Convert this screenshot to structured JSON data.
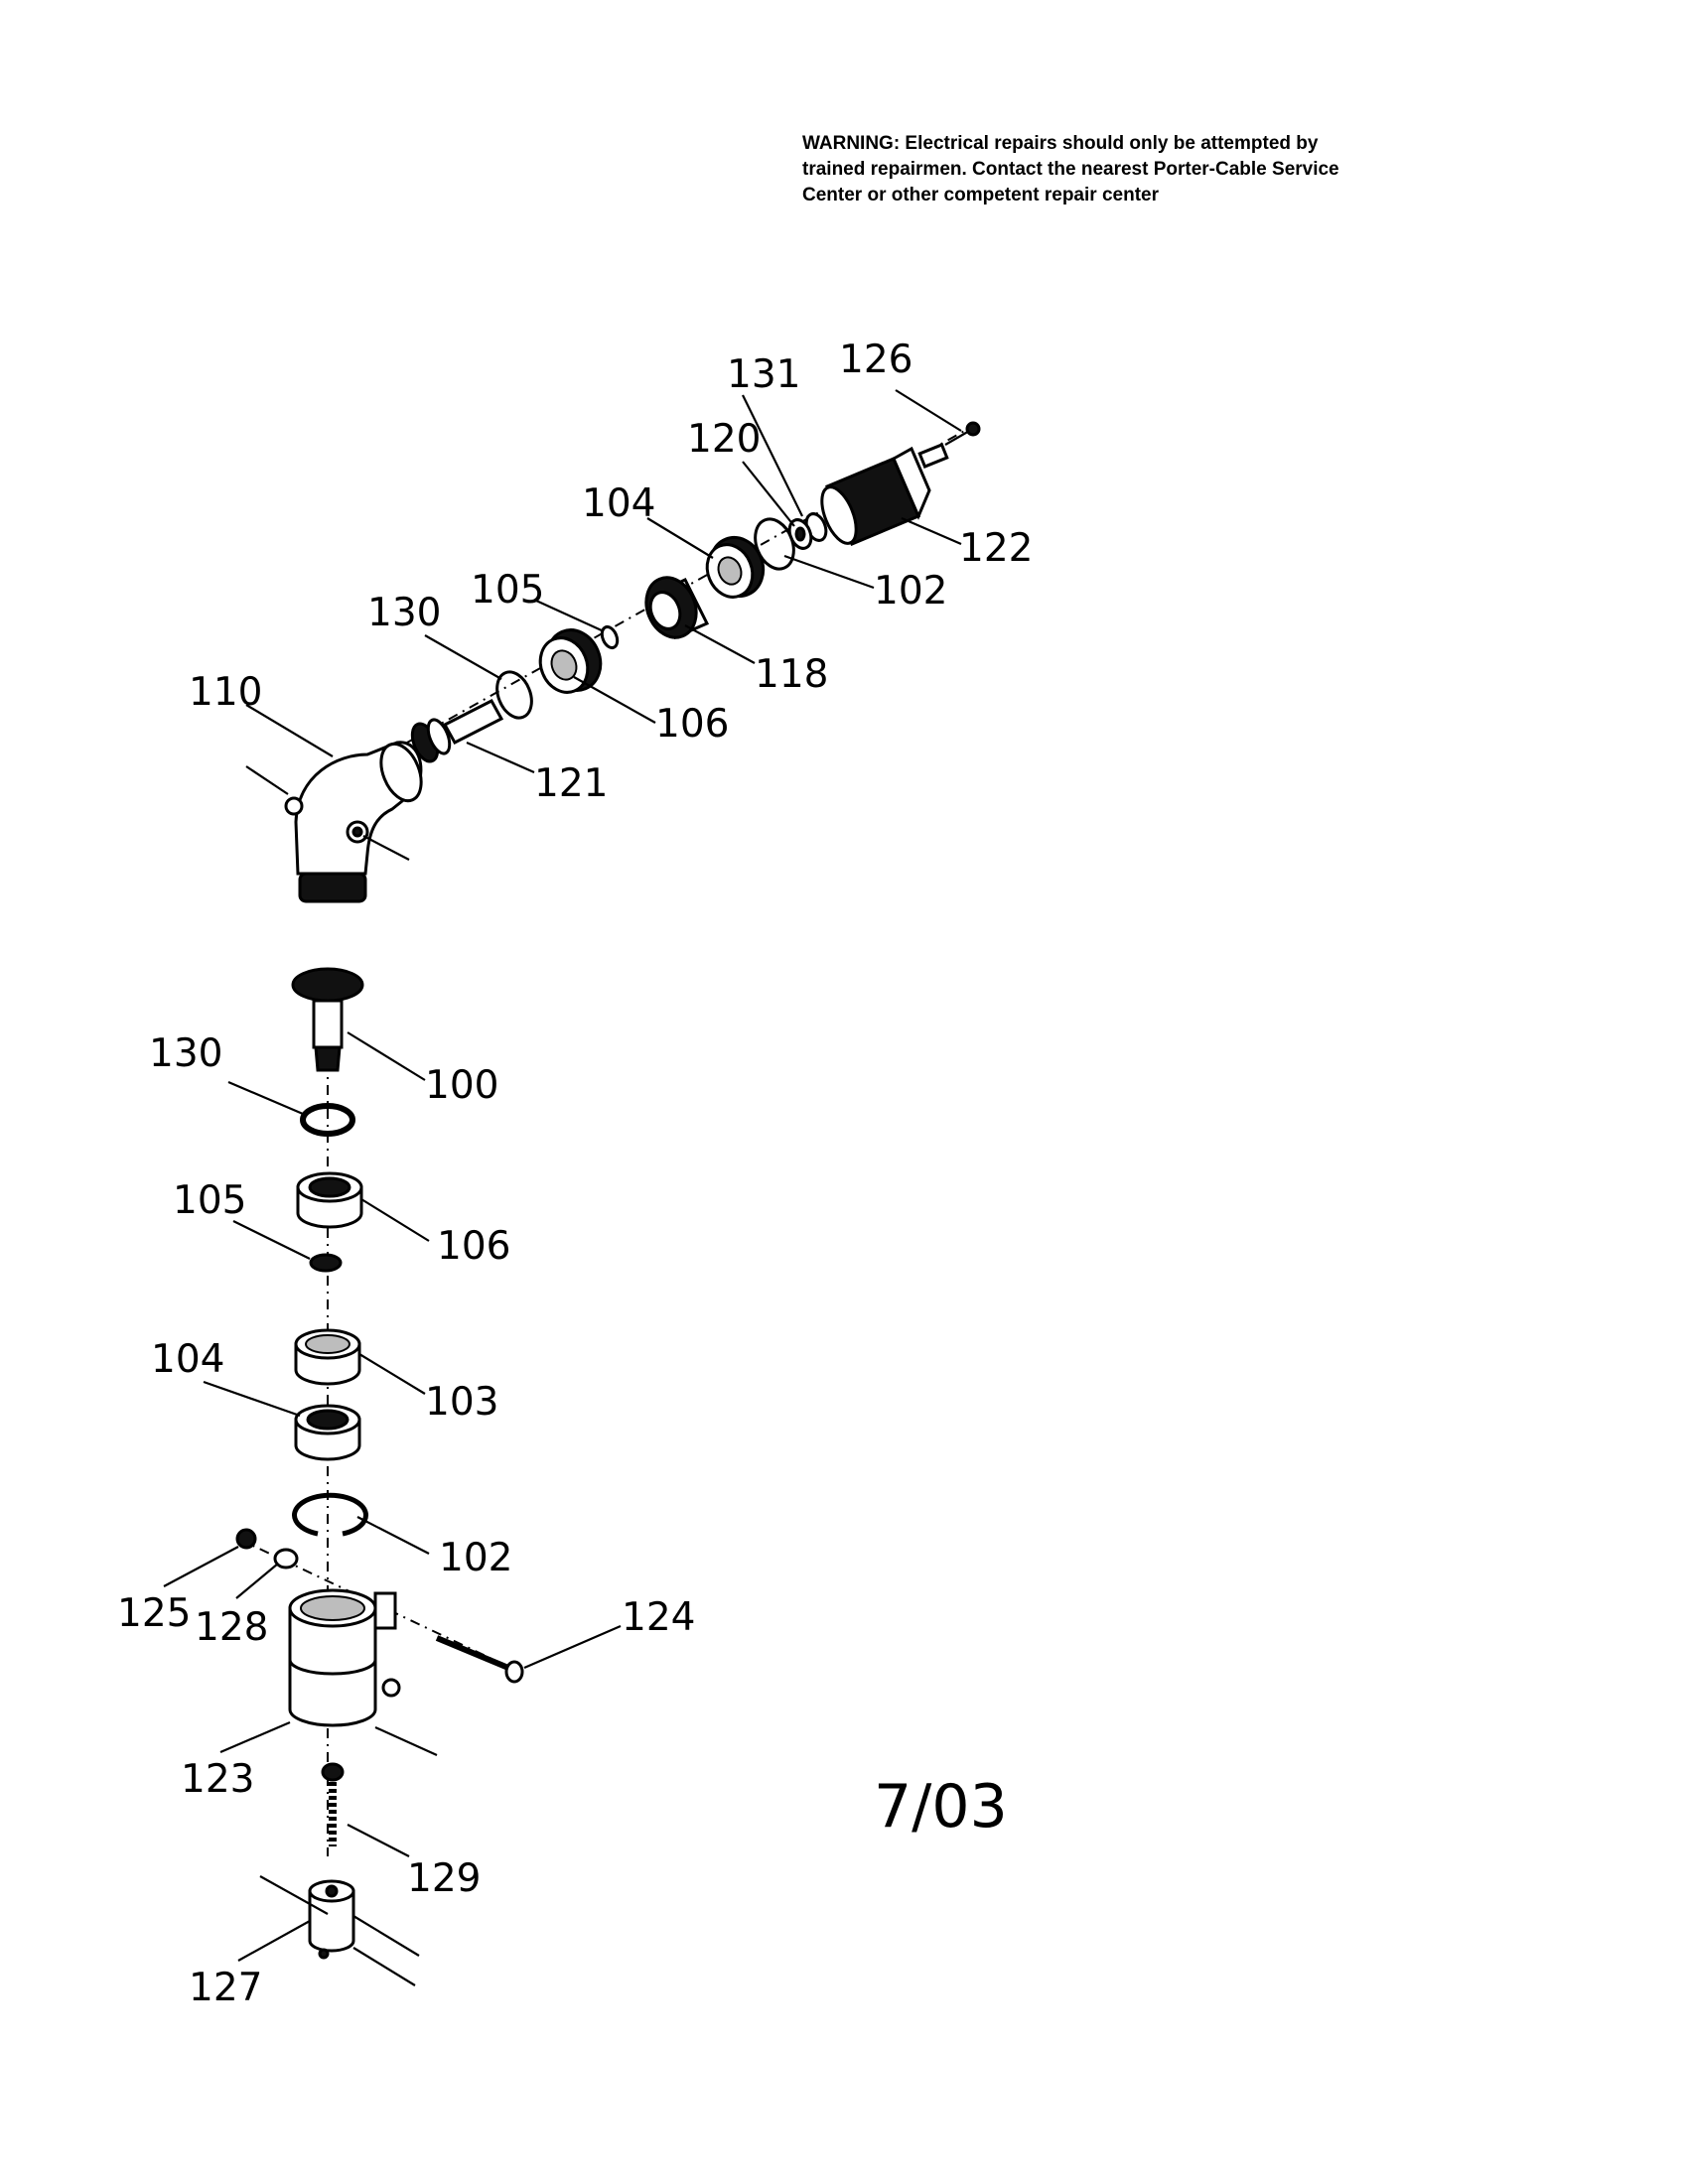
{
  "warning": {
    "line1": "WARNING: Electrical repairs should only be attempted by",
    "line2": "trained repairmen. Contact the nearest Porter-Cable Service",
    "line3": "Center or other competent repair center"
  },
  "date": "7/03",
  "callouts": {
    "c131": "131",
    "c126": "126",
    "c120": "120",
    "c104a": "104",
    "c122": "122",
    "c102a": "102",
    "c105a": "105",
    "c130a": "130",
    "c118": "118",
    "c110": "110",
    "c106a": "106",
    "c121": "121",
    "c130b": "130",
    "c100": "100",
    "c105b": "105",
    "c106b": "106",
    "c104b": "104",
    "c103": "103",
    "c102b": "102",
    "c124": "124",
    "c125": "125",
    "c128": "128",
    "c123": "123",
    "c129": "129",
    "c127": "127"
  }
}
